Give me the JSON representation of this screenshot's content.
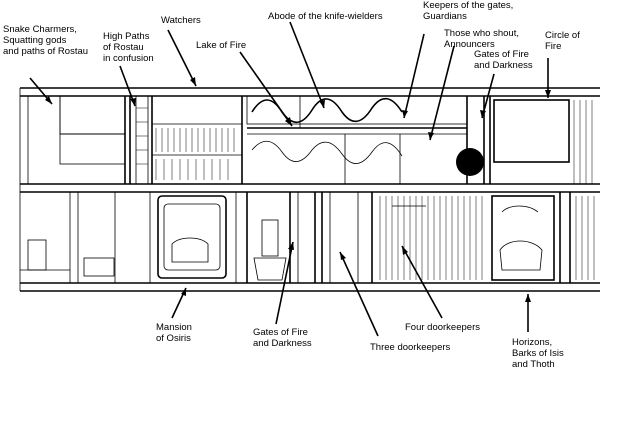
{
  "labels": {
    "snake_charmers": "Snake Charmers,\nSquatting gods\nand paths of Rostau",
    "high_paths": "High Paths\nof Rostau\nin confusion",
    "watchers": "Watchers",
    "abode": "Abode of the knife-wielders",
    "keepers": "Keepers of the gates,\nGuardians",
    "those_who_shout": "Those who shout,\nAnnouncers",
    "circle_of_fire": "Circle of\nFire",
    "lake_of_fire": "Lake of Fire",
    "gates_top": "Gates of Fire\nand Darkness",
    "four_doorkeepers": "Four doorkeepers",
    "mansion": "Mansion\nof Osiris",
    "gates_bottom": "Gates of Fire\nand Darkness",
    "three_doorkeepers": "Three doorkeepers",
    "horizons": "Horizons,\nBarks of Isis\nand Thoth"
  }
}
